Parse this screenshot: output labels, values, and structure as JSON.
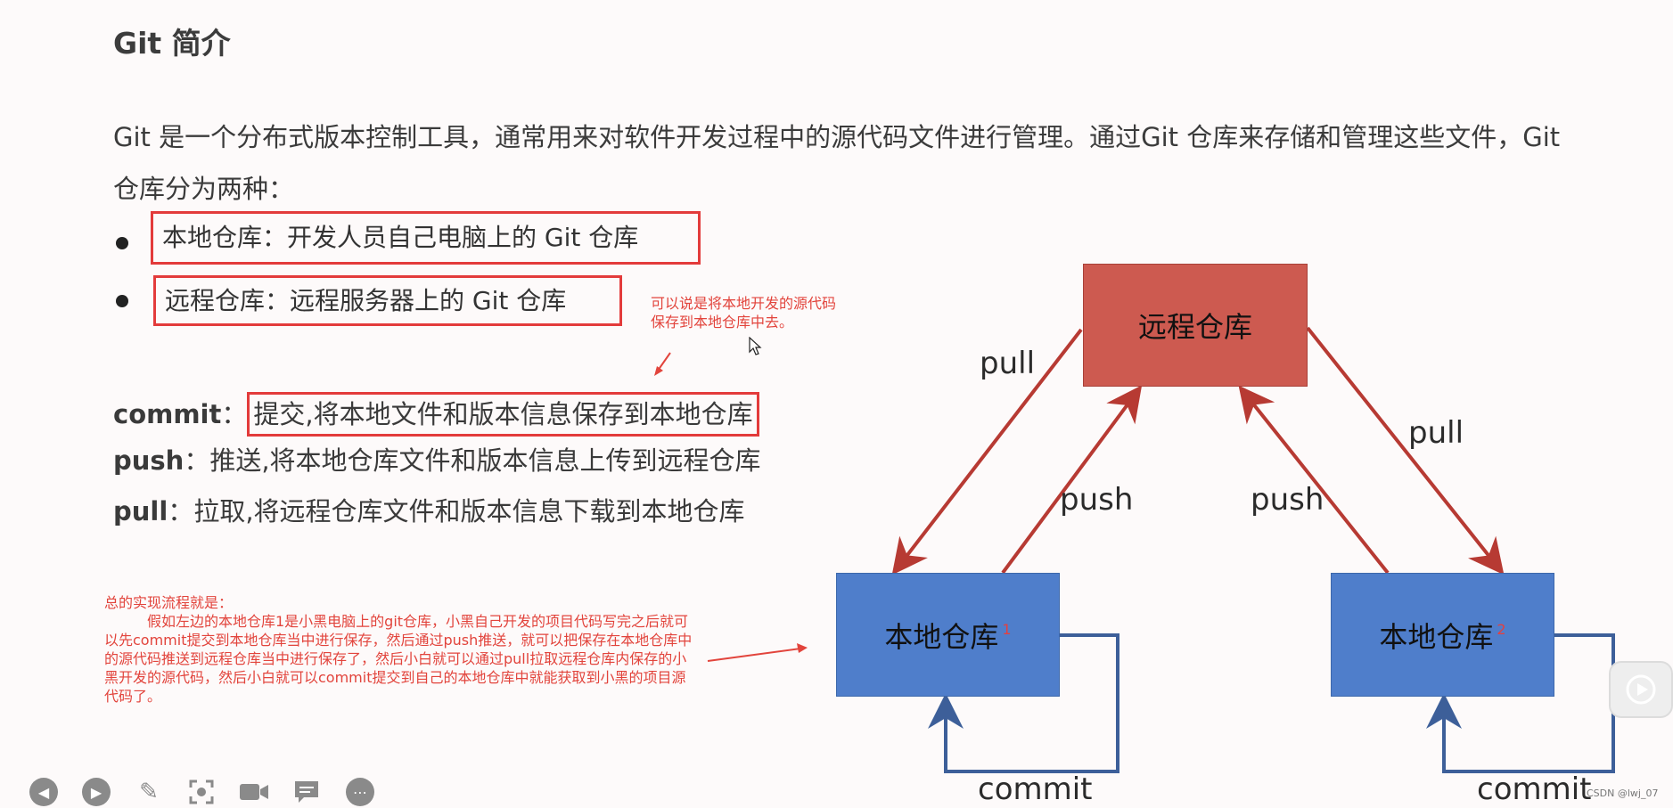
{
  "slide": {
    "title": "Git 简介",
    "intro": "Git 是一个分布式版本控制工具，通常用来对软件开发过程中的源代码文件进行管理。通过Git 仓库来存储和管理这些文件，Git 仓库分为两种：",
    "bullets": [
      "本地仓库：开发人员自己电脑上的 Git 仓库",
      "远程仓库：远程服务器上的 Git 仓库"
    ],
    "commands": [
      {
        "keyword": "commit",
        "sep": "：",
        "desc": "提交,将本地文件和版本信息保存到本地仓库"
      },
      {
        "keyword": "push",
        "sep": "：",
        "desc": "推送,将本地仓库文件和版本信息上传到远程仓库"
      },
      {
        "keyword": "pull",
        "sep": "：",
        "desc": "拉取,将远程仓库文件和版本信息下载到本地仓库"
      }
    ]
  },
  "annotations": {
    "commit_note_line1": "可以说是将本地开发的源代码",
    "commit_note_line2": "保存到本地仓库中去。",
    "flow_title": "总的实现流程就是：",
    "flow_body": "假如左边的本地仓库1是小黑电脑上的git仓库，小黑自己开发的项目代码写完之后就可以先commit提交到本地仓库当中进行保存，然后通过push推送，就可以把保存在本地仓库中的源代码推送到远程仓库当中进行保存了，然后小白就可以通过pull拉取远程仓库内保存的小黑开发的源代码，然后小白就可以commit提交到自己的本地仓库中就能获取到小黑的项目源代码了。"
  },
  "diagram": {
    "remote": "远程仓库",
    "local_left": "本地仓库",
    "local_left_sup": "1",
    "local_right": "本地仓库",
    "local_right_sup": "2",
    "pull_left": "pull",
    "pull_right": "pull",
    "push_left": "push",
    "push_right": "push",
    "commit_left": "commit",
    "commit_right": "commit"
  },
  "toolbar": {
    "icons": [
      "prev-icon",
      "next-icon",
      "pen-icon",
      "screenshot-icon",
      "camera-icon",
      "comment-icon",
      "more-icon"
    ]
  },
  "watermark": "CSDN @lwj_07",
  "colors": {
    "highlight_red": "#e33b3b",
    "remote_repo": "#cd5a50",
    "local_repo": "#4f7ecb",
    "arrow_red": "#b73a33",
    "arrow_blue": "#3d5f99"
  }
}
